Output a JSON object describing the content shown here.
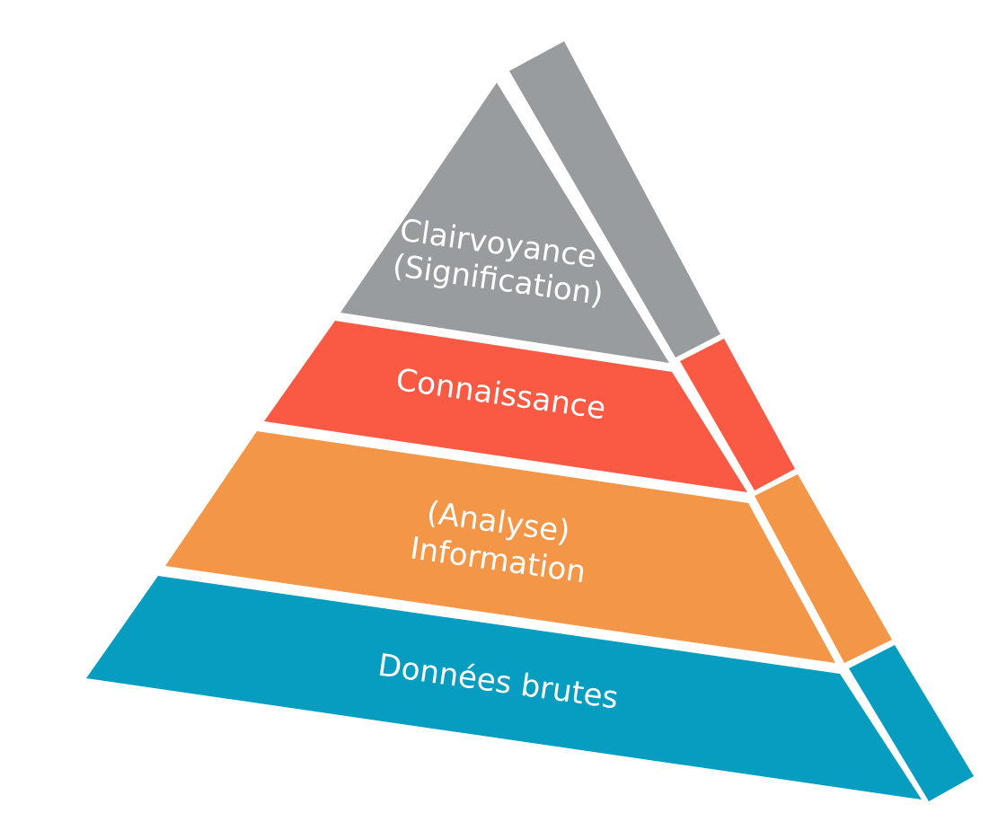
{
  "pyramid": {
    "tiers": [
      {
        "key": "top",
        "lines": [
          "Clairvoyance",
          "(Signification)"
        ],
        "color": "#999c9e"
      },
      {
        "key": "upper",
        "lines": [
          "Connaissance"
        ],
        "color": "#fa5a43"
      },
      {
        "key": "middle",
        "lines": [
          "(Analyse)",
          "Information"
        ],
        "color": "#f49648"
      },
      {
        "key": "base",
        "lines": [
          "Données brutes"
        ],
        "color": "#069dc0"
      }
    ]
  }
}
